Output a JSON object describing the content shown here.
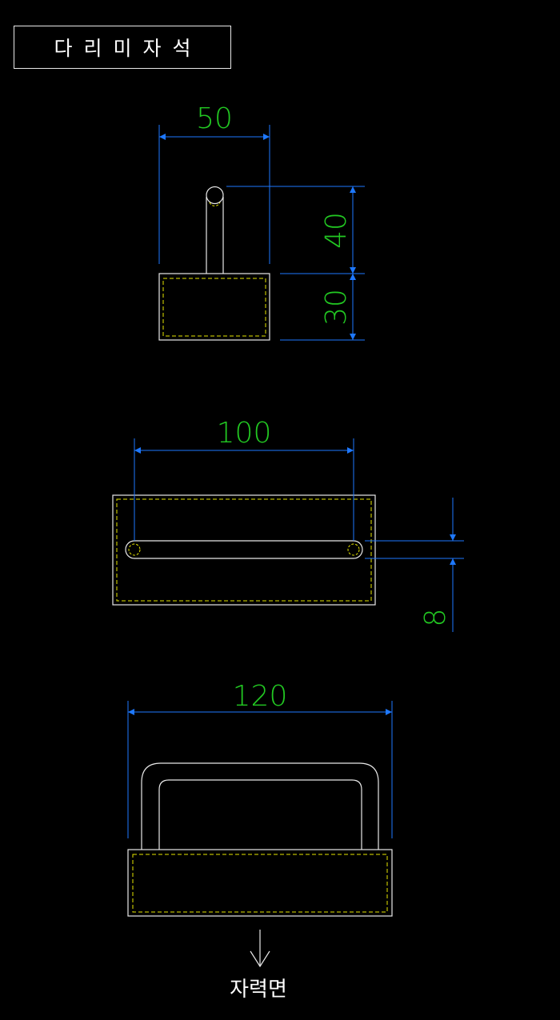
{
  "title": "다리미자석",
  "dimensions": {
    "top_width": "50",
    "top_handle_height": "40",
    "top_base_height": "30",
    "middle_length": "100",
    "middle_thickness": "8",
    "bottom_width": "120"
  },
  "bottom_label": "자력면",
  "colors": {
    "background": "#000000",
    "outline": "#e8e8e8",
    "hidden_line": "#e6e600",
    "dimension_line": "#1e78ff",
    "dimension_text": "#22c822"
  }
}
